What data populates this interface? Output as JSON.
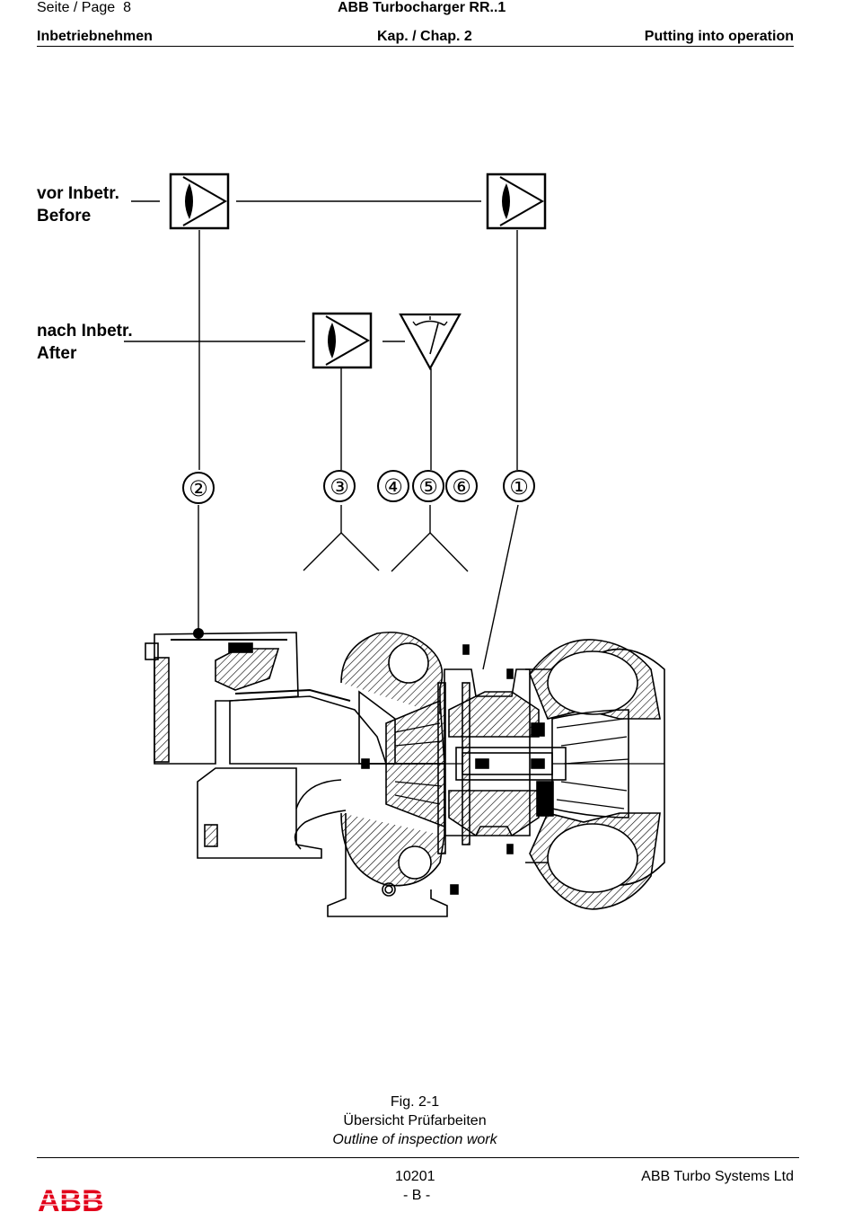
{
  "header": {
    "page_label": "Seite / Page",
    "page_number": "8",
    "product": "ABB Turbocharger RR..1",
    "section_de": "Inbetriebnehmen",
    "chapter": "Kap. / Chap. 2",
    "section_en": "Putting into operation"
  },
  "figure": {
    "before_de": "vor Inbetr.",
    "before_en": "Before",
    "after_de": "nach Inbetr.",
    "after_en": "After",
    "callouts": [
      "①",
      "②",
      "③",
      "④",
      "⑤",
      "⑥"
    ]
  },
  "caption": {
    "number": "Fig. 2-1",
    "title_de": "Übersicht Prüfarbeiten",
    "title_en": "Outline of inspection work"
  },
  "footer": {
    "doc_number": "10201",
    "revision": "- B -",
    "company": "ABB Turbo Systems Ltd",
    "logo_text": "ABB",
    "logo_color": "#e2001a"
  }
}
